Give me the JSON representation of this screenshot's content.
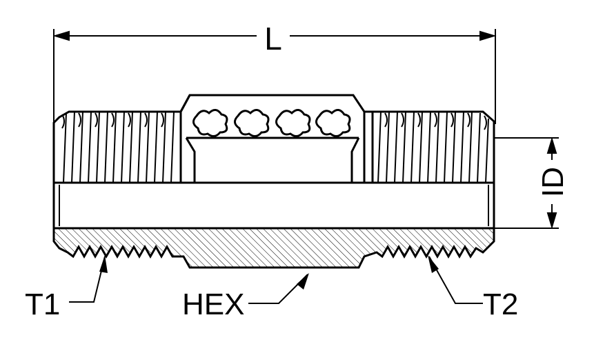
{
  "labels": {
    "length": "L",
    "inner_diameter": "ID",
    "thread_end_1": "T1",
    "hex": "HEX",
    "thread_end_2": "T2"
  },
  "colors": {
    "line": "#000000",
    "background": "#ffffff"
  }
}
